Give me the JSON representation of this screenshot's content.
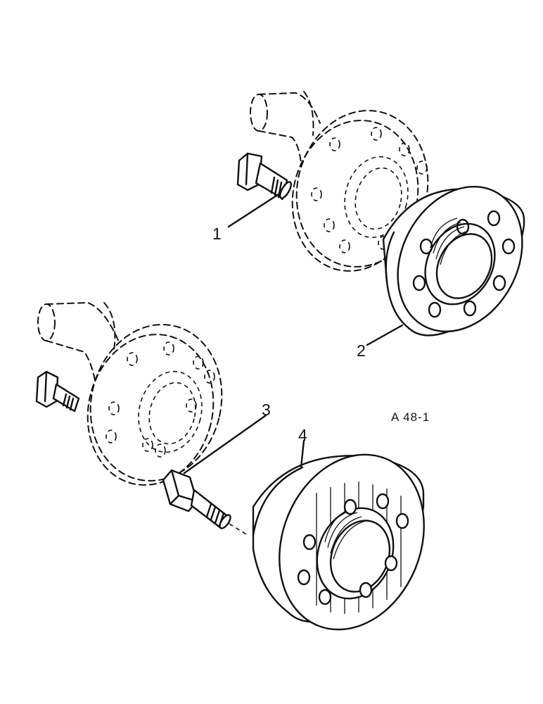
{
  "diagram": {
    "reference_code": "A 48-1",
    "callouts": [
      {
        "id": "1"
      },
      {
        "id": "2"
      },
      {
        "id": "3"
      },
      {
        "id": "4"
      }
    ]
  }
}
